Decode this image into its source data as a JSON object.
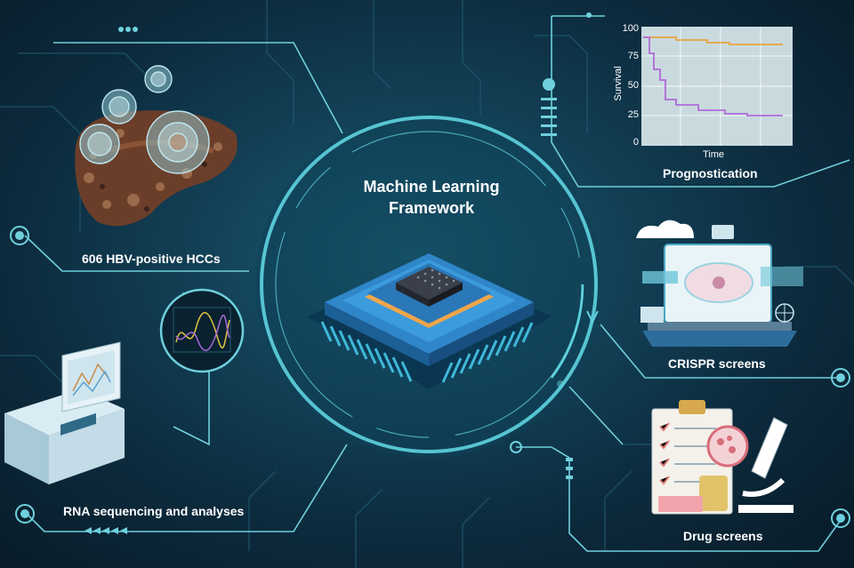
{
  "title": {
    "line1": "Machine Learning",
    "line2": "Framework"
  },
  "labels": {
    "hcc": "606 HBV-positive HCCs",
    "rna": "RNA sequencing and analyses",
    "prognostication": "Prognostication",
    "crispr": "CRISPR screens",
    "drug": "Drug screens"
  },
  "survival_plot": {
    "ylabel": "Survival",
    "xlabel": "Time",
    "yticks": [
      "100",
      "75",
      "50",
      "25",
      "0"
    ]
  },
  "colors": {
    "background": "#0c2a3c",
    "accent": "#5fd3e0",
    "chip_blue": "#2f86c9",
    "survival_line_high": "#e8a33a",
    "survival_line_low": "#b06ad9"
  }
}
